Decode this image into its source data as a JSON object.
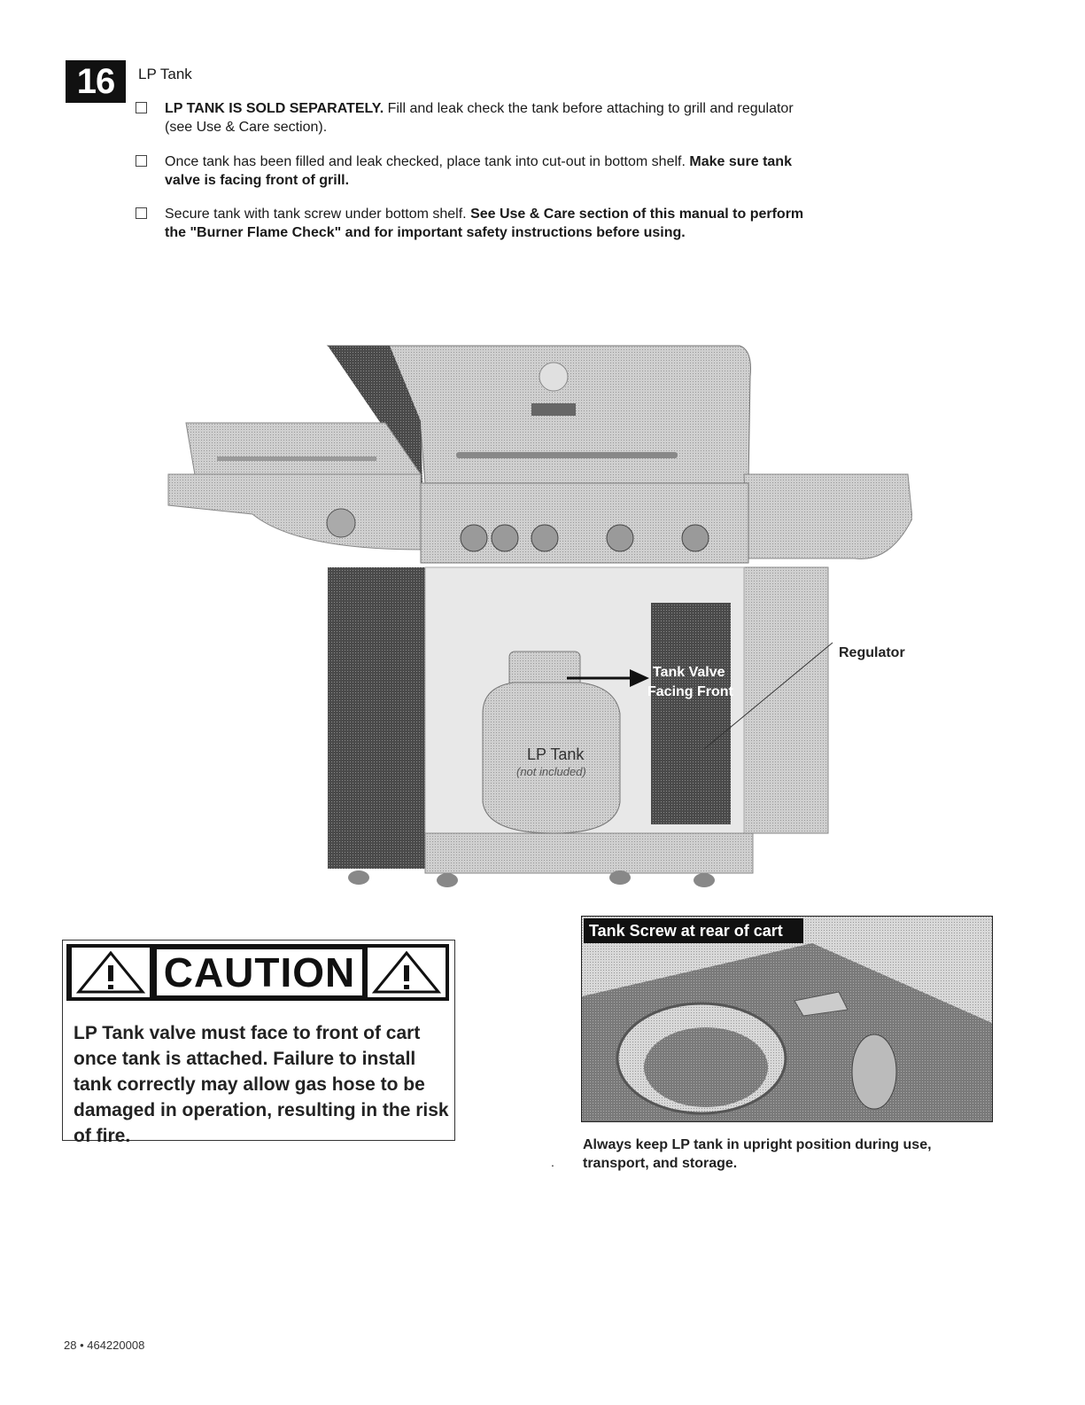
{
  "step": {
    "number": "16",
    "title": "LP Tank"
  },
  "bullets": [
    {
      "bold": "LP TANK IS SOLD SEPARATELY.",
      "text": " Fill and leak check the tank before attaching to grill and regulator (see Use & Care section)."
    },
    {
      "text": "Once tank has been filled and leak checked, place tank into cut-out in bottom shelf. ",
      "bold": "Make sure tank valve is facing front of grill."
    },
    {
      "text": "Secure tank with tank screw under bottom shelf. ",
      "bold": "See Use & Care section of this manual to perform the \"Burner Flame Check\" and for important safety instructions before using."
    }
  ],
  "figure": {
    "regulator_label": "Regulator",
    "valve_label_line1": "Tank Valve",
    "valve_label_line2": "Facing Front",
    "tank_label": "LP Tank",
    "tank_sublabel": "(not included)"
  },
  "caution": {
    "heading": "CAUTION",
    "text": "LP Tank valve must face to front of cart once tank is attached. Failure to install tank correctly may allow gas hose to be damaged in operation, resulting in the risk of fire."
  },
  "photo": {
    "label": "Tank Screw at rear of cart",
    "caption": "Always keep LP tank in upright position during use, transport, and storage.",
    "stray_mark": "."
  },
  "footer": {
    "page": "28 • 464220008"
  }
}
